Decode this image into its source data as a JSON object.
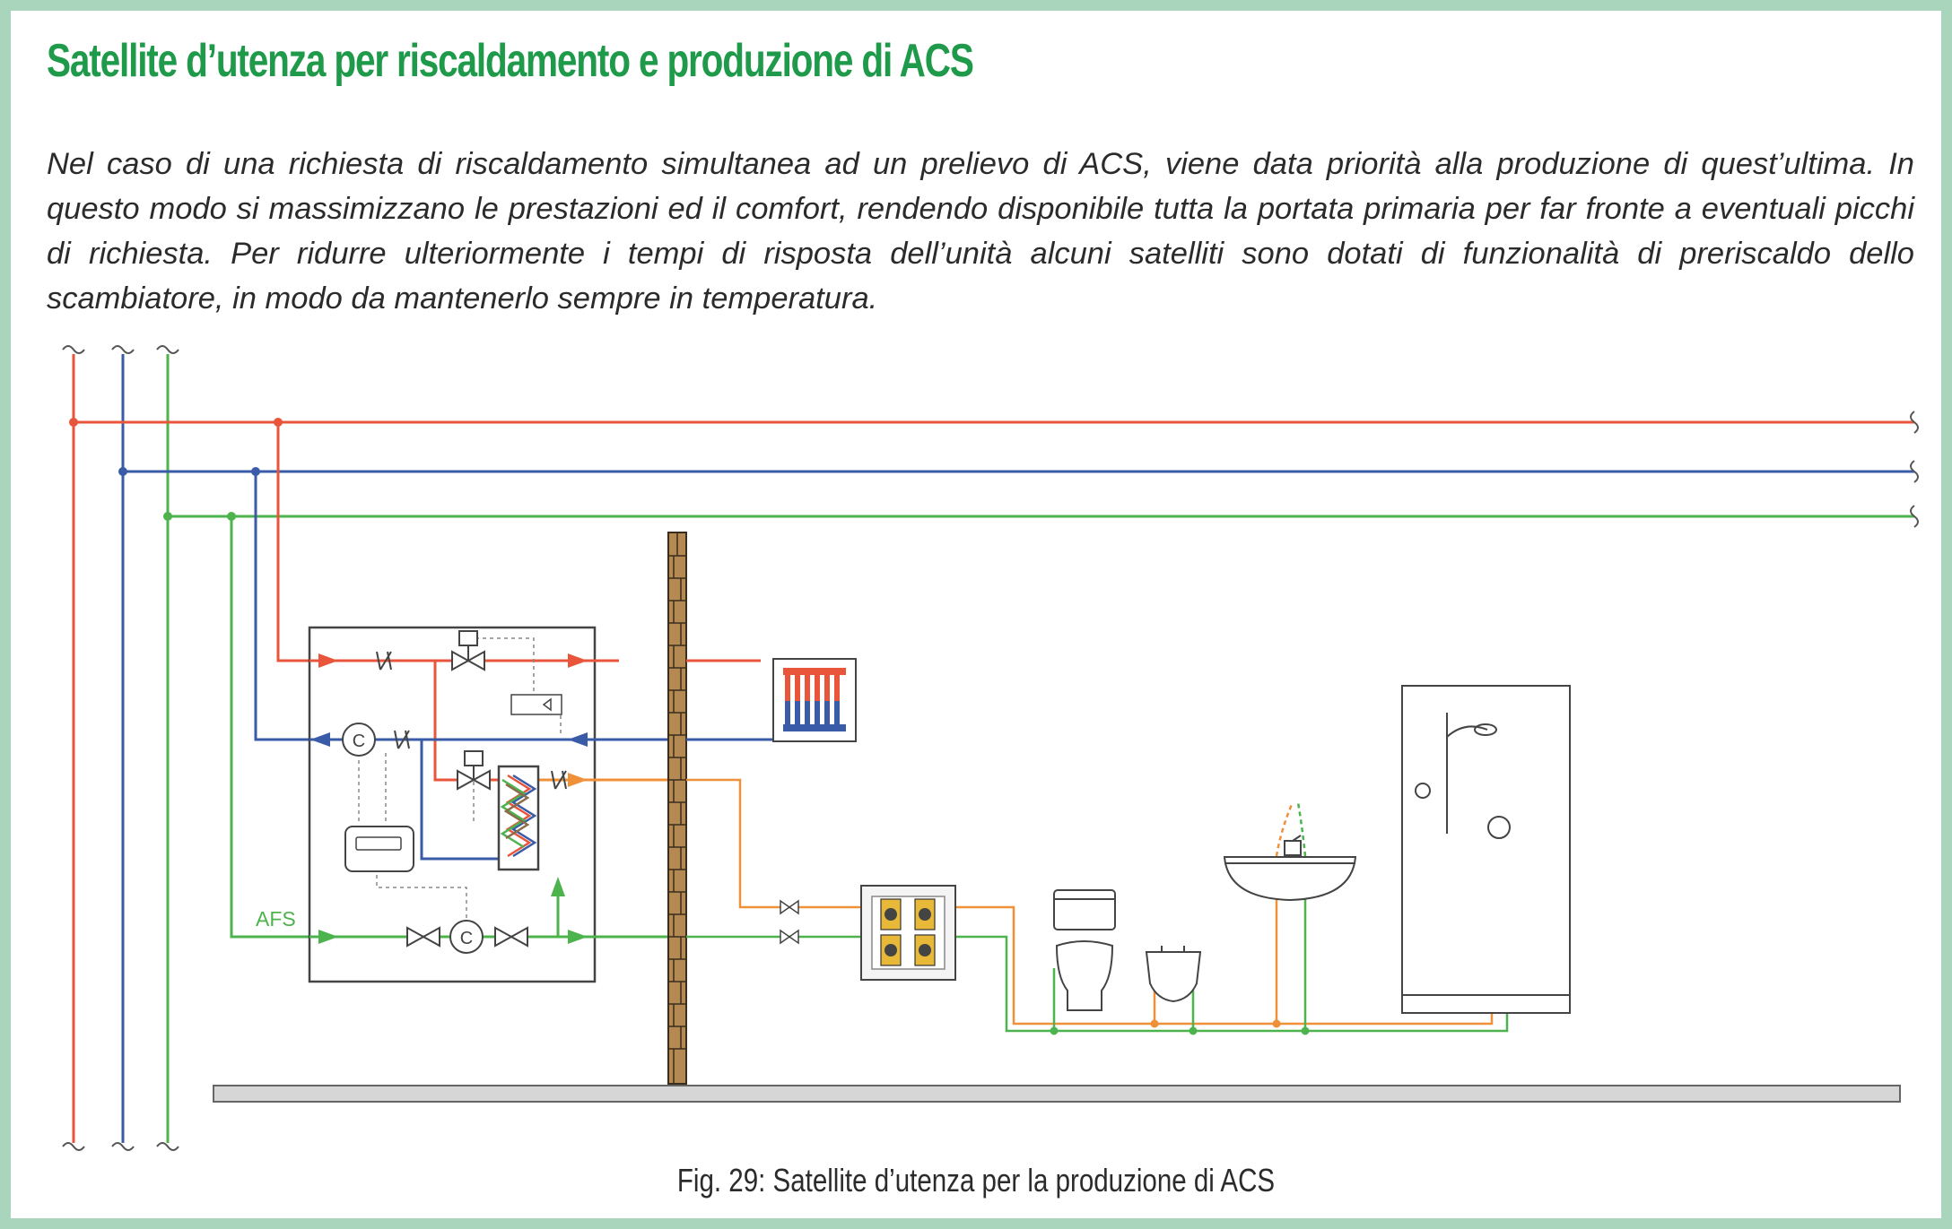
{
  "page": {
    "title": "Satellite d’utenza per riscaldamento e produzione di ACS",
    "intro": "Nel caso di una richiesta di riscaldamento simultanea ad un prelievo di ACS, viene data priorità alla produzione di quest’ultima. In questo modo si massimizzano le prestazioni ed il comfort, rendendo disponibile tutta la portata primaria per far fronte a eventuali picchi di richiesta. Per ridurre ulteriormente i tempi di risposta dell’unità alcuni satelliti sono dotati di funzionalità di preriscaldo dello scambiatore, in modo da mantenerlo sempre in temperatura."
  },
  "diagram": {
    "afs_label": "AFS",
    "counter_symbol": "C",
    "colors": {
      "hot_supply": "#e8553a",
      "return": "#3a5ba8",
      "cold_water": "#4db34d",
      "dhw": "#f0913a",
      "wall": "#b58a52",
      "floor": "#d6d6d6",
      "frame": "#a8d5bb",
      "title": "#1e9a4a"
    }
  },
  "caption": "Fig. 29: Satellite d’utenza per la produzione di ACS"
}
